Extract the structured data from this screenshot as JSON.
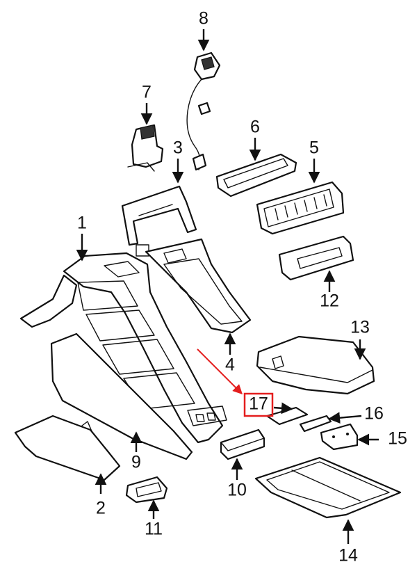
{
  "parts": [
    {
      "id": "1",
      "label": "1"
    },
    {
      "id": "2",
      "label": "2"
    },
    {
      "id": "3",
      "label": "3"
    },
    {
      "id": "4",
      "label": "4"
    },
    {
      "id": "5",
      "label": "5"
    },
    {
      "id": "6",
      "label": "6"
    },
    {
      "id": "7",
      "label": "7"
    },
    {
      "id": "8",
      "label": "8"
    },
    {
      "id": "9",
      "label": "9"
    },
    {
      "id": "10",
      "label": "10"
    },
    {
      "id": "11",
      "label": "11"
    },
    {
      "id": "12",
      "label": "12"
    },
    {
      "id": "13",
      "label": "13"
    },
    {
      "id": "14",
      "label": "14"
    },
    {
      "id": "15",
      "label": "15"
    },
    {
      "id": "16",
      "label": "16"
    },
    {
      "id": "17",
      "label": "17"
    }
  ],
  "highlight": {
    "part": "17",
    "color": "#e41e1e"
  },
  "colors": {
    "line": "#111111",
    "background": "#ffffff"
  }
}
